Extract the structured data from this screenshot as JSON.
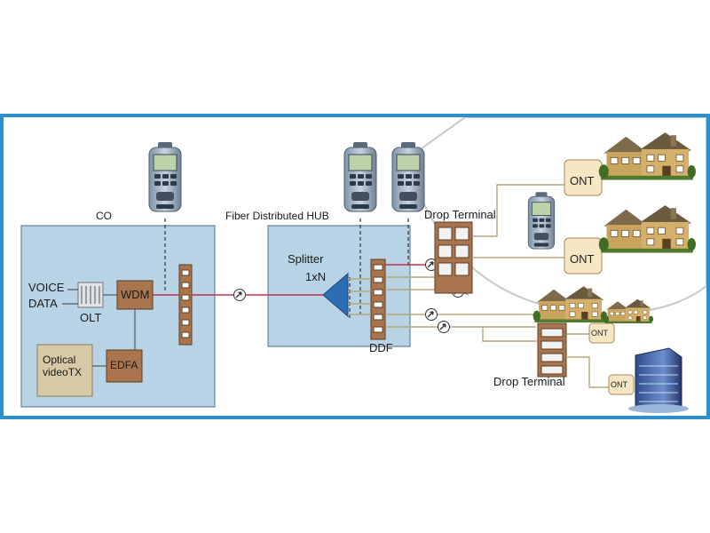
{
  "labels": {
    "co": "CO",
    "hub": "Fiber Distributed HUB",
    "voice": "VOICE",
    "data": "DATA",
    "olt": "OLT",
    "wdm": "WDM",
    "optical_tx": "Optical\nvideoTX",
    "edfa": "EDFA",
    "splitter": "Splitter",
    "splitter_ratio": "1xN",
    "ddf": "DDF",
    "drop_terminal_top": "Drop Terminal",
    "drop_terminal_bottom": "Drop Terminal",
    "ont": "ONT"
  },
  "colors": {
    "frame_border": "#2b8fd0",
    "box_fill": "#b9d3e6",
    "connector_fill": "#a9754f",
    "fiber_red": "#c0324a",
    "fiber_tan": "#b7a77a",
    "splitter_blue": "#2c6db3",
    "house_wall": "#c8a45c",
    "roof": "#7d6a4a",
    "ont_fill": "#f5e6c4"
  },
  "icons": {
    "otdr_meter": "otdr-meter-icon",
    "house": "house-icon",
    "building": "office-building-icon",
    "coupler": "fiber-coupler-icon"
  }
}
